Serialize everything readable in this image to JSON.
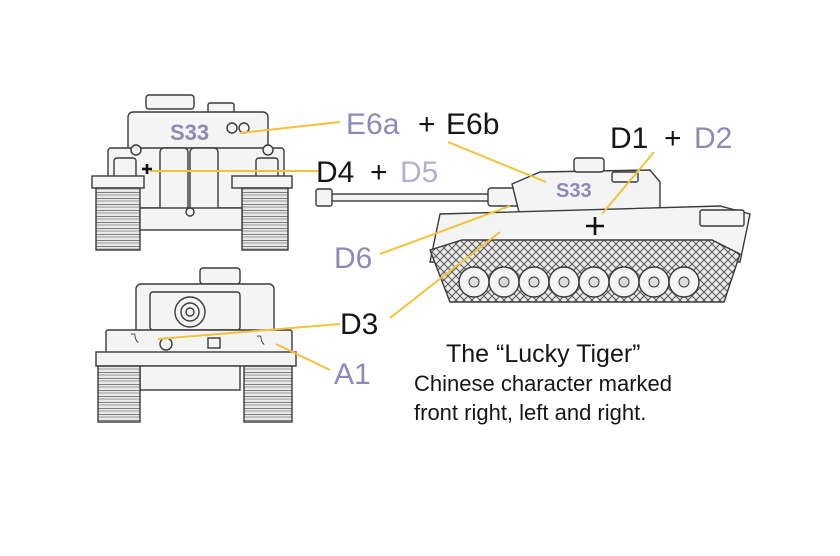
{
  "labels": {
    "e6a": "E6a",
    "plus1": "+",
    "e6b": "E6b",
    "d1": "D1",
    "plus2": "+",
    "d2": "D2",
    "d4": "D4",
    "plus3": "+",
    "d5": "D5",
    "d6": "D6",
    "d3": "D3",
    "a1": "A1"
  },
  "markings": {
    "rear_number": "S33",
    "side_number": "S33",
    "front_glyph": "乁",
    "front_glyph_right": "乁"
  },
  "caption": {
    "line1": "The “Lucky Tiger”",
    "line2": "Chinese character marked",
    "line3": "front right, left and right."
  },
  "colors": {
    "leader_line": "#f2c23a",
    "label_purple": "#9089b8",
    "label_black": "#161616",
    "label_light": "#b3aed2",
    "tank_line": "#3a3a3a",
    "tank_fill": "#f4f4f4"
  }
}
